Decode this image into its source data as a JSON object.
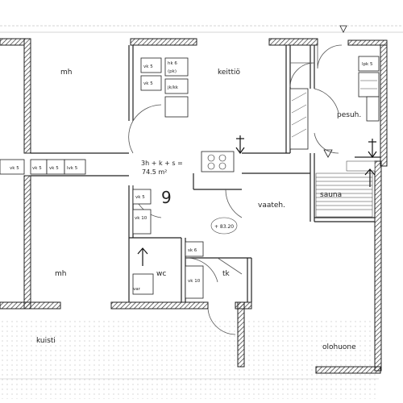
{
  "apartment": {
    "number": "9",
    "type": "3h + k + s =",
    "area": "74.5 m²"
  },
  "rooms": {
    "mh_top": "mh",
    "mh_bottom": "mh",
    "keittio": "keittiö",
    "pesuh": "pesuh.",
    "sauna": "sauna",
    "vaateh": "vaateh.",
    "wc": "wc",
    "tk": "tk",
    "kuisti": "kuisti",
    "olohuone": "olohuone"
  },
  "cabinets": {
    "k1": "vk 5",
    "k2": "hk 6",
    "k2b": "(pk)",
    "k3": "vk 5",
    "k4": "jk/kk",
    "k5": "vk 5",
    "k6": "vk 5",
    "k7": "vk 5",
    "k8": "lvk 5",
    "k9": "vk 5",
    "k10": "vk 10",
    "k11": "sk 6",
    "k12": "vk 10",
    "k13": "var",
    "k14": "lpk 5"
  },
  "marker": "+ 83.20"
}
